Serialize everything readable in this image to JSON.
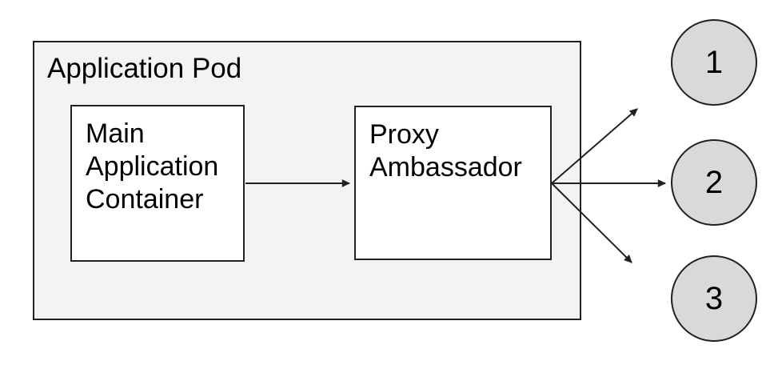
{
  "diagram": {
    "pod": {
      "title": "Application Pod"
    },
    "containers": [
      {
        "id": "main-application-container",
        "label": "Main Application Container"
      },
      {
        "id": "proxy-ambassador",
        "label": "Proxy Ambassador"
      }
    ],
    "endpoints": [
      {
        "id": "endpoint-1",
        "label": "1"
      },
      {
        "id": "endpoint-2",
        "label": "2"
      },
      {
        "id": "endpoint-3",
        "label": "3"
      }
    ],
    "connections": [
      {
        "from": "main-application-container",
        "to": "proxy-ambassador"
      },
      {
        "from": "proxy-ambassador",
        "to": "endpoint-1"
      },
      {
        "from": "proxy-ambassador",
        "to": "endpoint-2"
      },
      {
        "from": "proxy-ambassador",
        "to": "endpoint-3"
      }
    ],
    "colors": {
      "pod_fill": "#f3f3f3",
      "container_fill": "#ffffff",
      "endpoint_fill": "#d9d9d9",
      "stroke": "#212121",
      "text": "#000000",
      "background": "#ffffff"
    }
  }
}
